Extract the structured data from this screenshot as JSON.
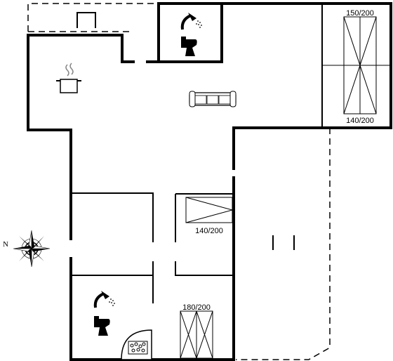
{
  "beds": {
    "upper_top": "150/200",
    "upper_bottom": "140/200",
    "middle": "140/200",
    "lower": "180/200"
  },
  "compass": {
    "north": "N"
  },
  "icons": [
    "shower-icon",
    "toilet-icon",
    "cooking-pot-icon",
    "sofa-icon",
    "jacuzzi-icon",
    "compass-rose-icon"
  ],
  "colors": {
    "lines": "#000000",
    "background": "#ffffff"
  }
}
